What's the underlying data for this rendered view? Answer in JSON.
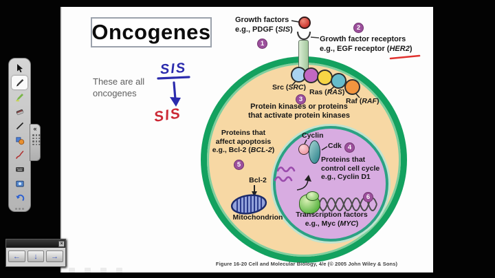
{
  "colors": {
    "membrane": "#13A15F",
    "cytoplasm": "#F7D8A4",
    "nucleoplasm": "#D8ACE1",
    "nucleus_border": "#2BA183",
    "badge": "#9C4F9C",
    "ink_blue": "#2B2BAD",
    "ink_red": "#CC2936",
    "underline_red": "#E0312E"
  },
  "slide": {
    "title": "Oncogenes",
    "note": {
      "line1": "These are all",
      "line2": "oncogenes"
    },
    "ink": {
      "top_word": "SIS",
      "bottom_word": "SIS"
    },
    "caption": "Figure 16-20  Cell and Molecular Biology, 4/e (© 2005 John Wiley & Sons)"
  },
  "diagram": {
    "badges": [
      "1",
      "2",
      "3",
      "4",
      "5",
      "6"
    ],
    "growth_factors": {
      "line1": "Growth factors",
      "eg_prefix": "e.g., PDGF (",
      "gene": "SIS",
      "close": ")"
    },
    "receptors": {
      "line1": "Growth factor receptors",
      "eg_prefix": "e.g., EGF receptor (",
      "gene": "HER2",
      "close": ")"
    },
    "src": {
      "prefix": "Src (",
      "gene": "SRC",
      "close": ")"
    },
    "ras": {
      "prefix": "Ras (",
      "gene": "RAS",
      "close": ")"
    },
    "raf": {
      "prefix": "Raf (",
      "gene": "RAF",
      "close": ")"
    },
    "kinases": {
      "line1": "Protein kinases or proteins",
      "line2": "that activate protein kinases"
    },
    "apoptosis": {
      "line1": "Proteins that",
      "line2": "affect apoptosis",
      "eg_prefix": "e.g., Bcl-2 (",
      "gene": "BCL-2",
      "close": ")"
    },
    "cyclin_label": "Cyclin",
    "cdk_label": "Cdk",
    "cell_cycle": {
      "line1": "Proteins that",
      "line2": "control cell cycle",
      "line3": "e.g., Cyclin D1"
    },
    "bcl2_label": "Bcl-2",
    "mitochondrion_label": "Mitochondrion",
    "transcription": {
      "line1": "Transcription factors",
      "eg_prefix": "e.g., Myc (",
      "gene": "MYC",
      "close": ")"
    }
  },
  "toolbar": {
    "items": [
      "select-cursor",
      "pen",
      "highlighter",
      "eraser",
      "line",
      "shapes",
      "creative-pen",
      "keyboard",
      "screen-capture",
      "undo"
    ],
    "flap_chevrons": "«"
  },
  "nav": {
    "buttons": [
      "←",
      "↓",
      "→"
    ],
    "close": "×"
  }
}
